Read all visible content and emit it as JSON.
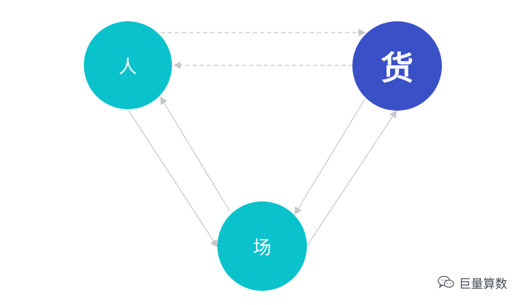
{
  "nodes": {
    "ren": "人",
    "huo": "货",
    "chang": "场"
  },
  "watermark": {
    "text": "巨量算数",
    "icon": "wechat-icon"
  },
  "colors": {
    "teal": "#09c2cc",
    "indigo": "#3a50c7",
    "arrow": "#c4c6ca"
  }
}
